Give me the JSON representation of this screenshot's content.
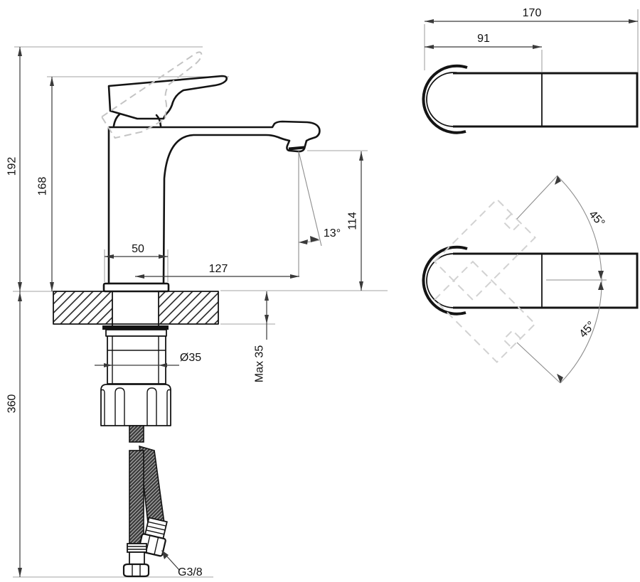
{
  "labels": {
    "side_view": {
      "total_height": "192",
      "handle_height": "168",
      "hose_length": "360",
      "base_width": "50",
      "spout_reach": "127",
      "spout_height": "114",
      "stream_angle": "13°",
      "shank_diameter": "Ø35",
      "max_deck_thickness": "Max 35",
      "connection_thread": "G3/8"
    },
    "top_view": {
      "overall_length": "170",
      "handle_length": "91"
    },
    "rotation_view": {
      "swivel_up": "45°",
      "swivel_down": "45°"
    }
  },
  "colors": {
    "outline": "#141414",
    "dimension": "#3a3a3a",
    "extension": "#a3a3a3",
    "dashed": "#c4c4c4",
    "background": "#ffffff"
  }
}
